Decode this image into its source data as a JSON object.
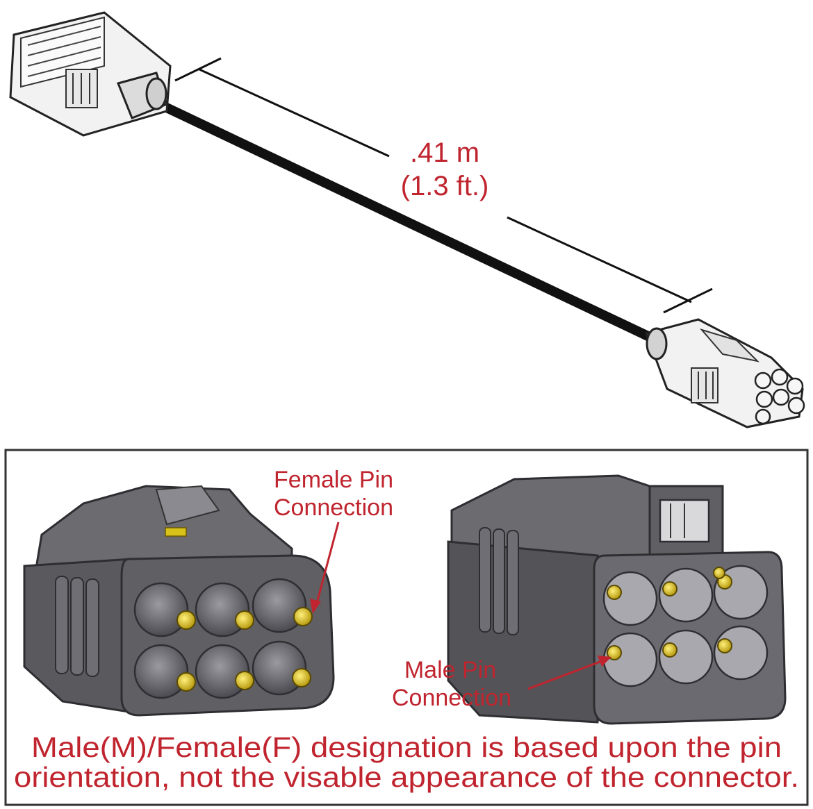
{
  "dimension": {
    "metric": ".41 m",
    "imperial": "(1.3 ft.)"
  },
  "callouts": {
    "female": {
      "line1": "Female Pin",
      "line2": "Connection"
    },
    "male": {
      "line1": "Male Pin",
      "line2": "Connection"
    }
  },
  "note": {
    "line1": "Male(M)/Female(F) designation is based upon the pin",
    "line2": "orientation, not the visable appearance of the connector."
  },
  "colors": {
    "label_red": "#c0242e",
    "connector_body": "#5a5a5e",
    "pin_gold": "#d8c21a",
    "cable": "#111111"
  },
  "icons": {
    "top_left_connector": "cable-connector-icon",
    "bottom_right_connector": "cable-connector-icon",
    "female_connector": "female-connector-icon",
    "male_connector": "male-connector-icon"
  }
}
